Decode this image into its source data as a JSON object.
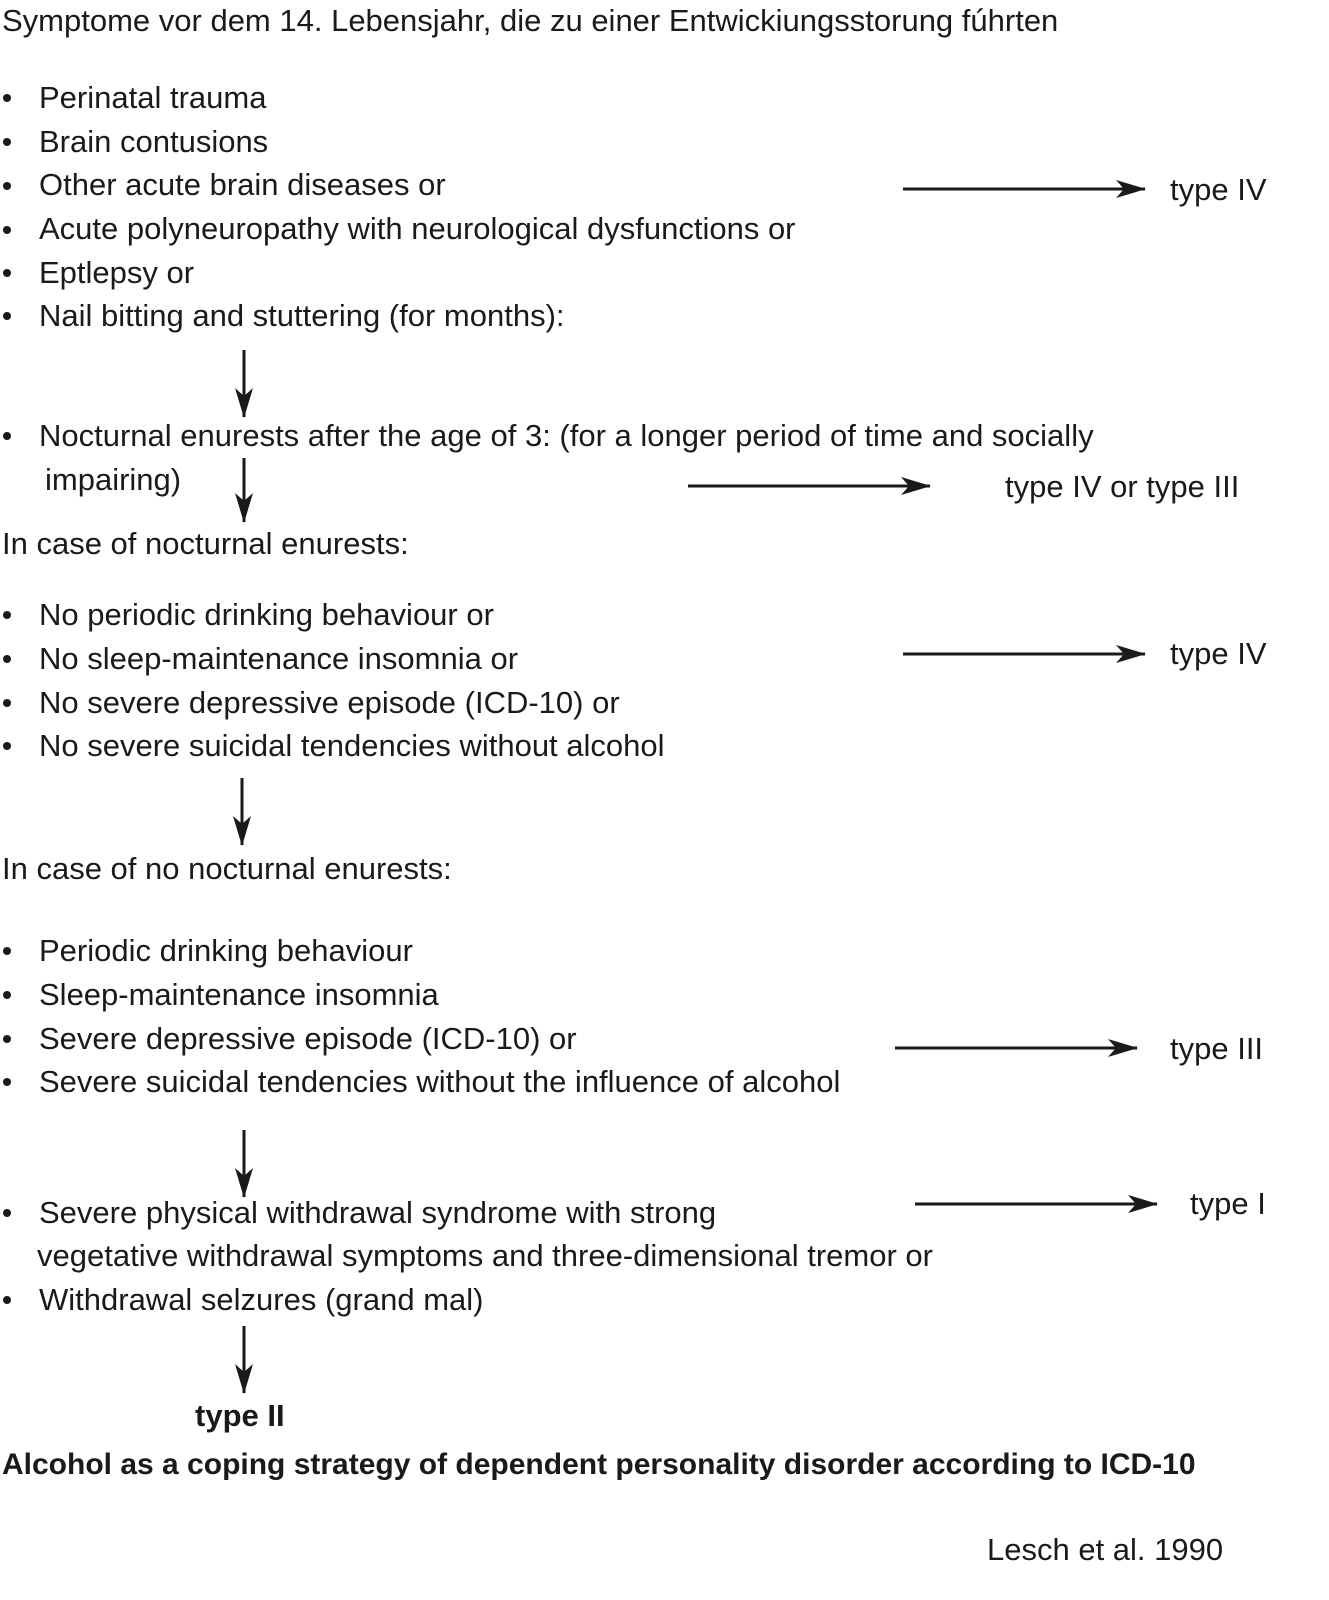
{
  "header": "Symptome vor dem 14. Lebensjahr, die zu einer Entwickiungsstorung fúhrten",
  "group1": {
    "items": [
      "Perinatal trauma",
      "Brain contusions",
      "Other acute brain diseases or",
      "Acute polyneuropathy with neurological dysfunctions or",
      "Eptlepsy or",
      "Nail bitting and stuttering (for months):"
    ],
    "outcome": "type IV"
  },
  "group2": {
    "line1": "Nocturnal enurests after the age of 3: (for a longer period of time and socially",
    "line2": "impairing)",
    "outcome": "type IV or type III"
  },
  "case_enuresis": "In case of nocturnal enurests:",
  "group3": {
    "items": [
      "No periodic drinking behaviour or",
      "No sleep-maintenance insomnia or",
      "No severe depressive episode (ICD-10) or",
      "No severe suicidal tendencies without alcohol"
    ],
    "outcome": "type IV"
  },
  "case_no_enuresis": "In case of no nocturnal enurests:",
  "group4": {
    "items": [
      "Periodic drinking behaviour",
      "Sleep-maintenance insomnia",
      "Severe depressive episode (ICD-10) or",
      "Severe suicidal tendencies without the influence of alcohol"
    ],
    "outcome": "type III"
  },
  "group5": {
    "item1_line1": "Severe physical withdrawal syndrome with strong",
    "item1_line2": "vegetative withdrawal symptoms and three-dimensional tremor or",
    "item2": "Withdrawal selzures (grand mal)",
    "outcome": "type I"
  },
  "final_outcome": "type II",
  "footer_title": "Alcohol as a coping strategy of dependent personality disorder according to ICD-10",
  "citation": "Lesch et al. 1990"
}
